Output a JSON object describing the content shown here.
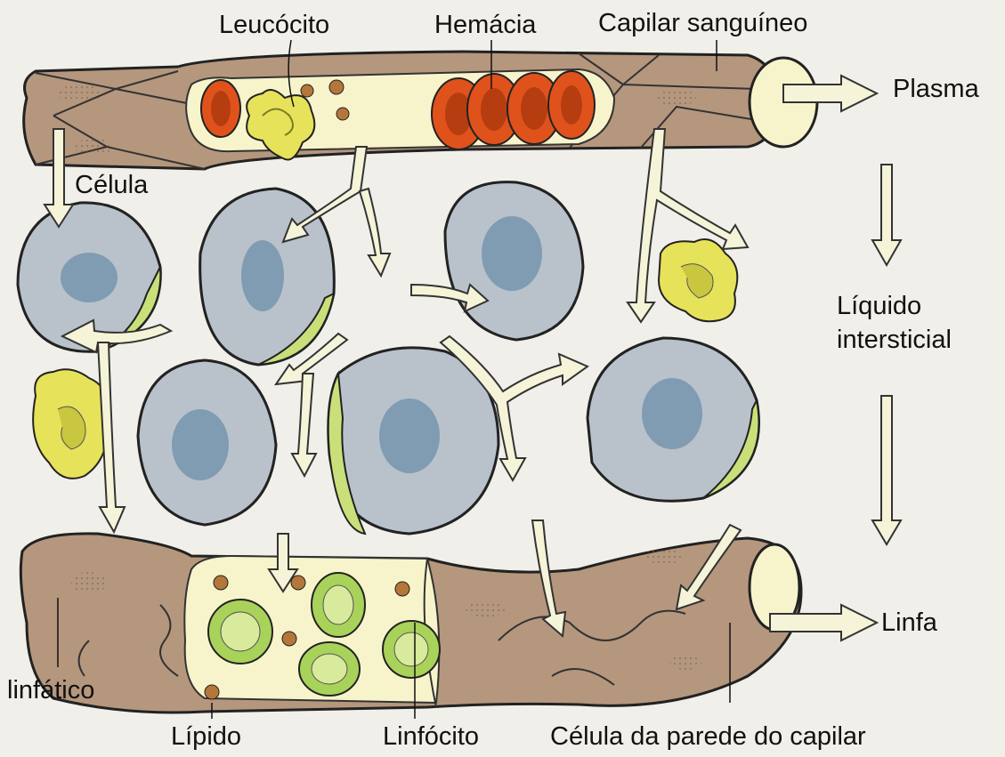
{
  "labels": {
    "leucocito": "Leucócito",
    "hemacia": "Hemácia",
    "capilar_sanguineo": "Capilar sanguíneo",
    "plasma": "Plasma",
    "celula": "Célula",
    "liquido_line1": "Líquido",
    "liquido_line2": "intersticial",
    "linfa": "Linfa",
    "linfatico": "linfático",
    "lipido": "Lípido",
    "linfocito": "Linfócito",
    "celula_parede": "Célula da parede do capilar"
  },
  "colors": {
    "background": "#f1efe9",
    "vessel_wall": "#b5977e",
    "plasma_fill": "#f7f4cc",
    "cell_body": "#b9c2cb",
    "nucleus": "#7f9cb3",
    "cell_rim": "#c9e07a",
    "arrow_fill": "#f5f4d8",
    "red_cell": "#e0521c",
    "leukocyte": "#e6e25a",
    "lipid": "#b5763a",
    "lymphocyte": "#a9d25a"
  }
}
